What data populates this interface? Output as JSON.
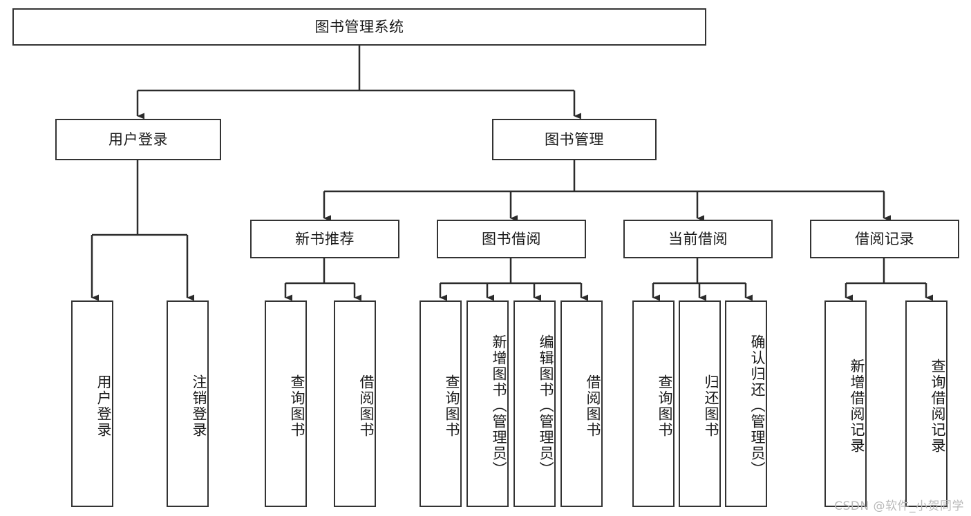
{
  "diagram": {
    "title": "图书管理系统",
    "type": "tree-hierarchy-diagram",
    "watermark": "CSDN @软件_小贺同学",
    "colors": {
      "border": "#333333",
      "background": "#ffffff",
      "text": "#1a1a1a",
      "watermark": "#b9b9b9"
    },
    "nodes": {
      "root": {
        "label": "图书管理系统",
        "orientation": "horizontal"
      },
      "level1": [
        {
          "id": "user-login",
          "label": "用户登录",
          "orientation": "horizontal"
        },
        {
          "id": "book-manage",
          "label": "图书管理",
          "orientation": "horizontal"
        }
      ],
      "level2": [
        {
          "id": "new-book-recommend",
          "label": "新书推荐",
          "orientation": "horizontal"
        },
        {
          "id": "book-borrow",
          "label": "图书借阅",
          "orientation": "horizontal"
        },
        {
          "id": "current-borrow",
          "label": "当前借阅",
          "orientation": "horizontal"
        },
        {
          "id": "borrow-record",
          "label": "借阅记录",
          "orientation": "horizontal"
        }
      ],
      "leaves": {
        "user-login": [
          {
            "id": "leaf-user-login",
            "label": "用户登录",
            "orientation": "vertical"
          },
          {
            "id": "leaf-logout-login",
            "label": "注销登录",
            "orientation": "vertical"
          }
        ],
        "new-book-recommend": [
          {
            "id": "leaf-query-book-1",
            "label": "查询图书",
            "orientation": "vertical"
          },
          {
            "id": "leaf-borrow-book-1",
            "label": "借阅图书",
            "orientation": "vertical"
          }
        ],
        "book-borrow": [
          {
            "id": "leaf-query-book-2",
            "label": "查询图书",
            "orientation": "vertical"
          },
          {
            "id": "leaf-add-book",
            "label": "新增图书（管理员）",
            "orientation": "vertical"
          },
          {
            "id": "leaf-edit-book",
            "label": "编辑图书（管理员）",
            "orientation": "vertical"
          },
          {
            "id": "leaf-borrow-book-2",
            "label": "借阅图书",
            "orientation": "vertical"
          }
        ],
        "current-borrow": [
          {
            "id": "leaf-query-book-3",
            "label": "查询图书",
            "orientation": "vertical"
          },
          {
            "id": "leaf-return-book",
            "label": "归还图书",
            "orientation": "vertical"
          },
          {
            "id": "leaf-confirm-return",
            "label": "确认归还（管理员）",
            "orientation": "vertical"
          }
        ],
        "borrow-record": [
          {
            "id": "leaf-add-record",
            "label": "新增借阅记录",
            "orientation": "vertical"
          },
          {
            "id": "leaf-query-record",
            "label": "查询借阅记录",
            "orientation": "vertical"
          }
        ]
      }
    }
  }
}
